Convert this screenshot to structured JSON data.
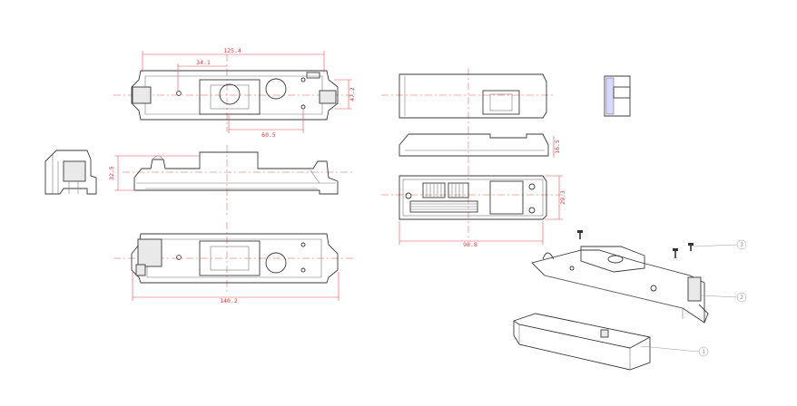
{
  "dimensions": {
    "top_length": "125.4",
    "top_offset": "34.1",
    "top_height": "47.2",
    "top_inner": "60.5",
    "side_height": "32.5",
    "bottom_length": "140.2",
    "cover_height": "16.5",
    "cover_depth": "29.3",
    "cover_length": "98.8"
  },
  "balloons": {
    "b1": "1",
    "b2": "2",
    "b3": "3"
  },
  "colors": {
    "dimension": "#e05050",
    "outline": "#3a3a3a",
    "balloon": "#999999"
  }
}
